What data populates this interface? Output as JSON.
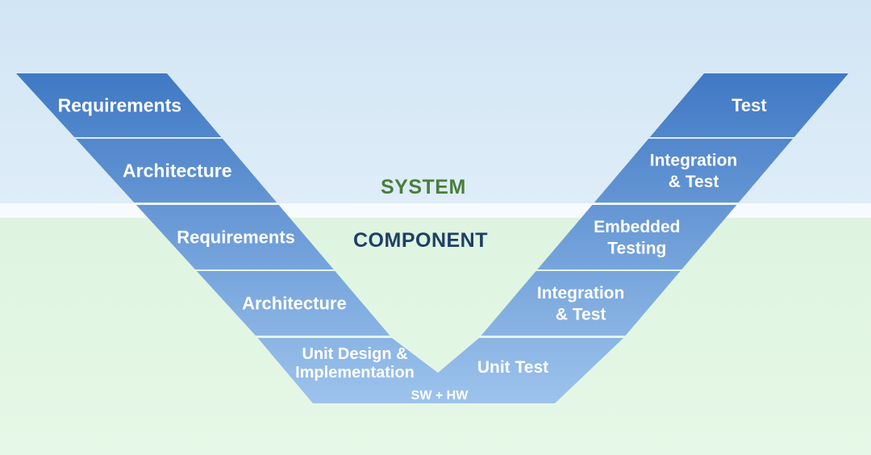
{
  "levels": {
    "system": "SYSTEM",
    "component": "COMPONENT"
  },
  "left_branch": [
    [
      "Requirements"
    ],
    [
      "Architecture"
    ],
    [
      "Requirements"
    ],
    [
      "Architecture"
    ],
    [
      "Unit Design &",
      "Implementation"
    ]
  ],
  "right_branch": [
    [
      "Test"
    ],
    [
      "Integration",
      "& Test"
    ],
    [
      "Embedded",
      "Testing"
    ],
    [
      "Integration",
      "& Test"
    ],
    [
      "Unit Test"
    ]
  ],
  "base": "SW + HW",
  "colors": {
    "stage_top": "#3f78c4",
    "stage_bottom": "#9dc3ec",
    "system_text": "#4a7e3a",
    "component_text": "#1e3f66"
  }
}
